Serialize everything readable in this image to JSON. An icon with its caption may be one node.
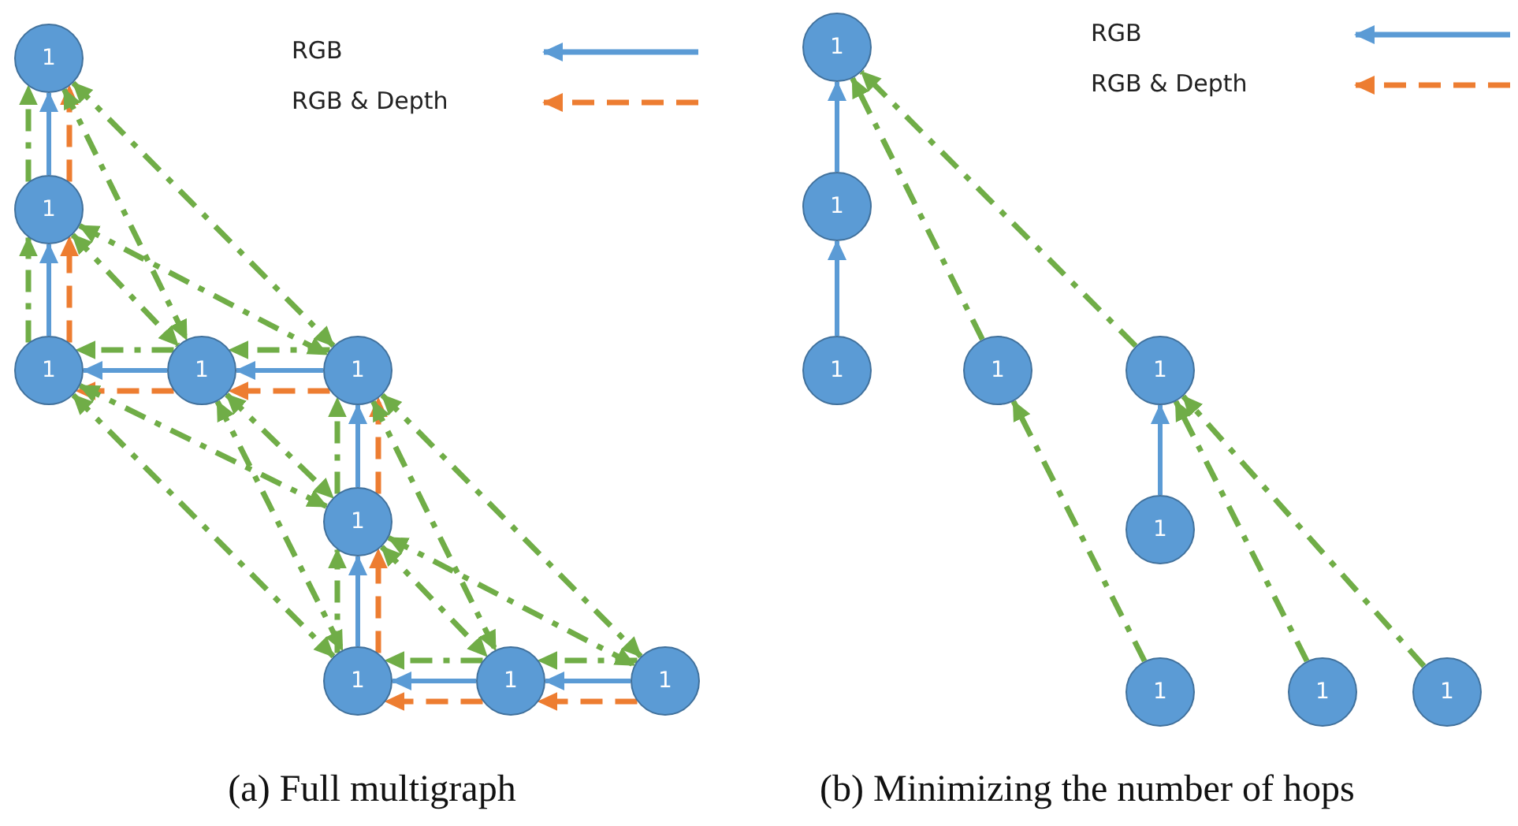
{
  "diagram": {
    "nodes": [
      {
        "text": [
          "1"
        ]
      },
      {
        "text": [
          "1"
        ]
      },
      {
        "text": [
          "1"
        ]
      },
      {
        "text": [
          "1"
        ]
      },
      {
        "text": [
          "1"
        ]
      },
      {
        "text": [
          "1"
        ]
      },
      {
        "text": [
          "1"
        ]
      },
      {
        "text": [
          "1"
        ]
      },
      {
        "text": [
          "1"
        ]
      },
      {
        "text": [
          "1"
        ]
      },
      {
        "text": [
          "1"
        ]
      },
      {
        "text": [
          "1"
        ]
      },
      {
        "text": [
          "1"
        ]
      },
      {
        "text": [
          "1"
        ]
      },
      {
        "text": [
          "1"
        ]
      },
      {
        "text": [
          "1"
        ]
      },
      {
        "text": [
          "1"
        ]
      },
      {
        "text": [
          "1"
        ]
      }
    ],
    "edges": [
      {
        "from": 1,
        "to": 0,
        "arrow": "to",
        "color": "#5b9bd5"
      },
      {
        "from": 2,
        "to": 1,
        "arrow": "to",
        "color": "#5b9bd5"
      },
      {
        "from": 3,
        "to": 2,
        "arrow": "to",
        "color": "#5b9bd5"
      },
      {
        "from": 4,
        "to": 3,
        "arrow": "to",
        "color": "#5b9bd5"
      },
      {
        "from": 5,
        "to": 4,
        "arrow": "to",
        "color": "#5b9bd5"
      },
      {
        "from": 6,
        "to": 5,
        "arrow": "to",
        "color": "#5b9bd5"
      },
      {
        "from": 7,
        "to": 6,
        "arrow": "to",
        "color": "#5b9bd5"
      },
      {
        "from": 8,
        "to": 7,
        "arrow": "to",
        "color": "#5b9bd5"
      },
      {
        "from": 1,
        "to": 0,
        "arrow": "to",
        "style": "dashed",
        "color": "#ed7d31"
      },
      {
        "from": 2,
        "to": 1,
        "arrow": "to",
        "style": "dashed",
        "color": "#ed7d31"
      },
      {
        "from": 3,
        "to": 2,
        "arrow": "to",
        "style": "dashed",
        "color": "#ed7d31"
      },
      {
        "from": 4,
        "to": 3,
        "arrow": "to",
        "style": "dashed",
        "color": "#ed7d31"
      },
      {
        "from": 5,
        "to": 4,
        "arrow": "to",
        "style": "dashed",
        "color": "#ed7d31"
      },
      {
        "from": 6,
        "to": 5,
        "arrow": "to",
        "style": "dashed",
        "color": "#ed7d31"
      },
      {
        "from": 7,
        "to": 6,
        "arrow": "to",
        "style": "dashed",
        "color": "#ed7d31"
      },
      {
        "from": 8,
        "to": 7,
        "arrow": "to",
        "style": "dashed",
        "color": "#ed7d31"
      },
      {
        "from": 1,
        "to": 0,
        "arrow": "to",
        "style": "dashed"
      },
      {
        "from": 2,
        "to": 1,
        "arrow": "to",
        "style": "dashed"
      },
      {
        "from": 3,
        "to": 2,
        "arrow": "to",
        "style": "dashed"
      },
      {
        "from": 4,
        "to": 3,
        "arrow": "to",
        "style": "dashed"
      },
      {
        "from": 5,
        "to": 4,
        "arrow": "to",
        "style": "dashed"
      },
      {
        "from": 6,
        "to": 5,
        "arrow": "to",
        "style": "dashed"
      },
      {
        "from": 7,
        "to": 6,
        "arrow": "to",
        "style": "dashed"
      },
      {
        "from": 8,
        "to": 7,
        "arrow": "to",
        "style": "dashed"
      },
      {
        "from": 0,
        "to": 3,
        "arrow": "both",
        "style": "dashed"
      },
      {
        "from": 0,
        "to": 4,
        "arrow": "both",
        "style": "dashed"
      },
      {
        "from": 1,
        "to": 3,
        "arrow": "both",
        "style": "dashed"
      },
      {
        "from": 1,
        "to": 4,
        "arrow": "both",
        "style": "dashed"
      },
      {
        "from": 2,
        "to": 5,
        "arrow": "both",
        "style": "dashed"
      },
      {
        "from": 2,
        "to": 6,
        "arrow": "both",
        "style": "dashed"
      },
      {
        "from": 3,
        "to": 5,
        "arrow": "both",
        "style": "dashed"
      },
      {
        "from": 3,
        "to": 6,
        "arrow": "both",
        "style": "dashed"
      },
      {
        "from": 4,
        "to": 7,
        "arrow": "both",
        "style": "dashed"
      },
      {
        "from": 4,
        "to": 8,
        "arrow": "both",
        "style": "dashed"
      },
      {
        "from": 5,
        "to": 7,
        "arrow": "both",
        "style": "dashed"
      },
      {
        "from": 5,
        "to": 8,
        "arrow": "both",
        "style": "dashed"
      },
      {
        "from": 10,
        "to": 9,
        "arrow": "to",
        "color": "#5b9bd5"
      },
      {
        "from": 11,
        "to": 10,
        "arrow": "to",
        "color": "#5b9bd5"
      },
      {
        "from": 14,
        "to": 13,
        "arrow": "to",
        "color": "#5b9bd5"
      },
      {
        "from": 12,
        "to": 9,
        "arrow": "to",
        "style": "dashed"
      },
      {
        "from": 13,
        "to": 9,
        "arrow": "to",
        "style": "dashed"
      },
      {
        "from": 15,
        "to": 12,
        "arrow": "to",
        "style": "dashed"
      },
      {
        "from": 16,
        "to": 13,
        "arrow": "to",
        "style": "dashed"
      },
      {
        "from": 17,
        "to": 13,
        "arrow": "to",
        "style": "dashed"
      }
    ],
    "labels": [
      "(a) Full multigraph",
      "(b) Minimizing the number of hops"
    ],
    "legend": [
      {
        "text": "RGB"
      },
      {
        "text": "RGB & Depth"
      },
      {
        "text": "RGB"
      },
      {
        "text": "RGB & Depth"
      }
    ]
  }
}
